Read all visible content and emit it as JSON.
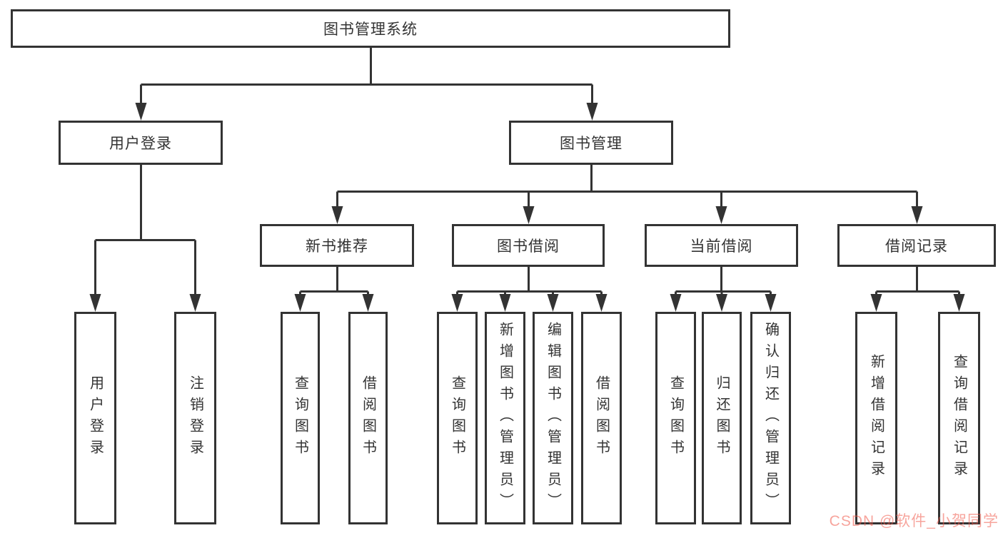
{
  "nodes": {
    "root": {
      "label": "图书管理系统"
    },
    "user_login": {
      "label": "用户登录"
    },
    "book_mgmt": {
      "label": "图书管理"
    },
    "new_books": {
      "label": "新书推荐"
    },
    "book_borrow": {
      "label": "图书借阅"
    },
    "current_borrow": {
      "label": "当前借阅"
    },
    "borrow_records": {
      "label": "借阅记录"
    },
    "user_login_leaf": {
      "label": "用户登录"
    },
    "logout_leaf": {
      "label": "注销登录"
    },
    "nb_query_leaf": {
      "label": "查询图书"
    },
    "nb_borrow_leaf": {
      "label": "借阅图书"
    },
    "bb_query_leaf": {
      "label": "查询图书"
    },
    "bb_add_leaf": {
      "label": "新增图书（管理员）"
    },
    "bb_edit_leaf": {
      "label": "编辑图书（管理员）"
    },
    "bb_borrow_leaf": {
      "label": "借阅图书"
    },
    "cb_query_leaf": {
      "label": "查询图书"
    },
    "cb_return_leaf": {
      "label": "归还图书"
    },
    "cb_confirm_leaf": {
      "label": "确认归还（管理员）"
    },
    "br_add_leaf": {
      "label": "新增借阅记录"
    },
    "br_query_leaf": {
      "label": "查询借阅记录"
    }
  },
  "hierarchy": {
    "图书管理系统": {
      "用户登录": [
        "用户登录",
        "注销登录"
      ],
      "图书管理": {
        "新书推荐": [
          "查询图书",
          "借阅图书"
        ],
        "图书借阅": [
          "查询图书",
          "新增图书（管理员）",
          "编辑图书（管理员）",
          "借阅图书"
        ],
        "当前借阅": [
          "查询图书",
          "归还图书",
          "确认归还（管理员）"
        ],
        "借阅记录": [
          "新增借阅记录",
          "查询借阅记录"
        ]
      }
    }
  },
  "watermark": {
    "text": "CSDN @软件_小贺同学"
  },
  "colors": {
    "line": "#333333",
    "box_border": "#333333",
    "box_fill": "#ffffff",
    "text": "#333333",
    "background": "#ffffff",
    "watermark": "#f05a4b"
  }
}
